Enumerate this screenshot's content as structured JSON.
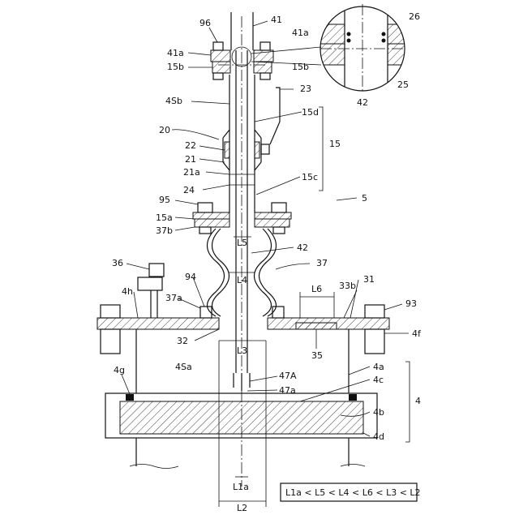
{
  "figure": {
    "labels": {
      "l96": "96",
      "l41": "41",
      "l41a": "41a",
      "l15b": "15b",
      "l4Sb": "4Sb",
      "l23": "23",
      "l15d": "15d",
      "l20": "20",
      "l22": "22",
      "l21": "21",
      "l21a": "21a",
      "l15": "15",
      "l24": "24",
      "l15c": "15c",
      "l95": "95",
      "l5": "5",
      "l15a": "15a",
      "l37b": "37b",
      "l42": "42",
      "l37": "37",
      "l36": "36",
      "l94": "94",
      "l4h": "4h",
      "l37a": "37a",
      "l33b": "33b",
      "l31": "31",
      "l93": "93",
      "l4f": "4f",
      "l32": "32",
      "l35": "35",
      "l4Sa": "4Sa",
      "l47A": "47A",
      "l47a": "47a",
      "l4a": "4a",
      "l4c": "4c",
      "l4g": "4g",
      "l4": "4",
      "l4b": "4b",
      "l4d": "4d",
      "dL5": "L5",
      "dL4": "L4",
      "dL6": "L6",
      "dL3": "L3",
      "dL1a": "L1a",
      "dL2": "L2",
      "zoom41a": "41a",
      "zoom26": "26",
      "zoom15b": "15b",
      "zoom42": "42",
      "zoom25": "25"
    },
    "relation": "L1a < L5 < L4 < L6 < L3 < L2"
  }
}
